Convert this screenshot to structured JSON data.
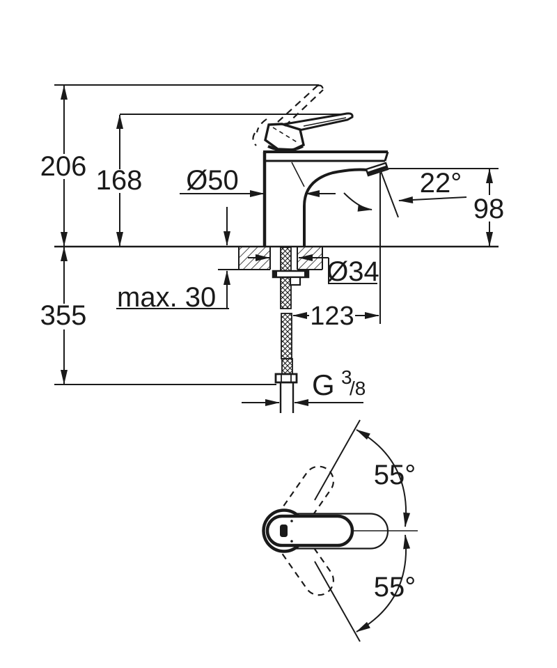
{
  "drawing": {
    "title": "faucet-dimension-drawing",
    "colors": {
      "line": "#1a1a1a",
      "background": "#ffffff"
    },
    "dimensions": {
      "total_height": "206",
      "lever_height": "168",
      "body_diameter": "Ø50",
      "spout_angle": "22°",
      "outlet_height": "98",
      "hose_length": "355",
      "max_deck_thickness": "max. 30",
      "hole_diameter": "Ø34",
      "spout_reach": "123",
      "thread_g": "G",
      "thread_num": "3",
      "thread_den": "/8",
      "swivel_upper": "55°",
      "swivel_lower": "55°"
    }
  }
}
